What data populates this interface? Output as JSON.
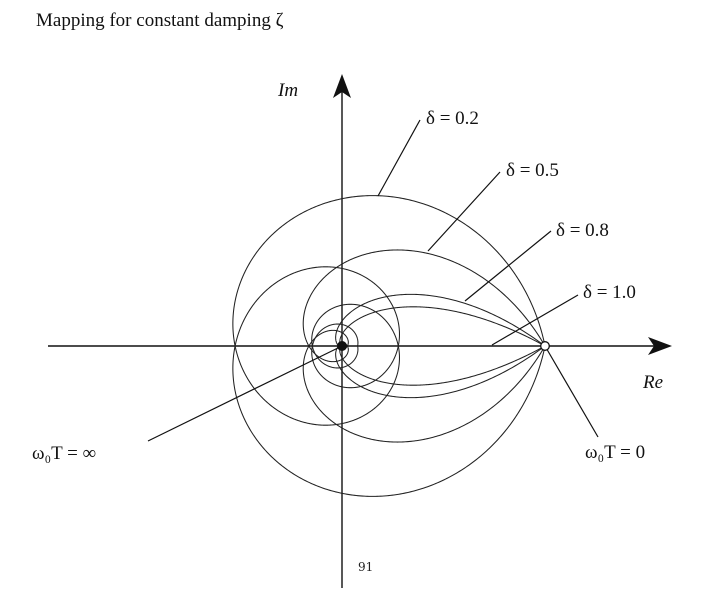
{
  "slide": {
    "title": "Mapping for constant damping ζ",
    "page_number": "91"
  },
  "axes": {
    "imag_label": "Im",
    "real_label": "Re"
  },
  "curves": [
    {
      "label": "δ = 0.2",
      "delta": 0.2
    },
    {
      "label": "δ = 0.5",
      "delta": 0.5
    },
    {
      "label": "δ = 0.8",
      "delta": 0.8
    },
    {
      "label": "δ = 1.0",
      "delta": 1.0
    }
  ],
  "points": {
    "infinity_label": "ω₀T = ∞",
    "zero_label": "ω₀T = 0"
  }
}
